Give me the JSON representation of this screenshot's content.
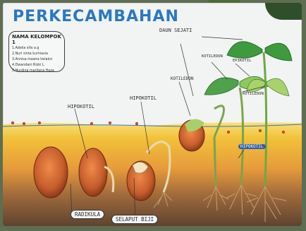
{
  "poster": {
    "title": "PERKECAMBAHAN",
    "group": {
      "heading": "NAMA KELOMPOK 1",
      "members": [
        "1.Adelia sifa a.g",
        "2.Nuri sinta kurniasia",
        "3.Annisa mawra helaksi",
        "4.Dwandani Rizki L",
        "5.Nurdina marliana Haza"
      ]
    },
    "labels": {
      "daun_sejati": "DAUN SEJATI",
      "kotiledon_top": "KOTILEDON",
      "epikotil": "EPIKOTIL",
      "kotiledon_mid": "KOTILEDON",
      "kotiledon_right": "KOTILEDON",
      "hipokotil_left": "HIPOKOTIL",
      "hipokotil_mid": "HIPOKOTIL",
      "hipokotil_right": "HIPOKOTIL",
      "radikula": "RADIKULA",
      "selaput_biji": "SELAPUT BIJI"
    },
    "colors": {
      "title": "#2b78c0",
      "soil_top": "#f2c23a",
      "soil_mid": "#e69a3b",
      "soil_bottom": "#6a4a34",
      "seed": "#c65d2c",
      "leaf": "#3e9a3e",
      "root": "#c2a070"
    }
  }
}
